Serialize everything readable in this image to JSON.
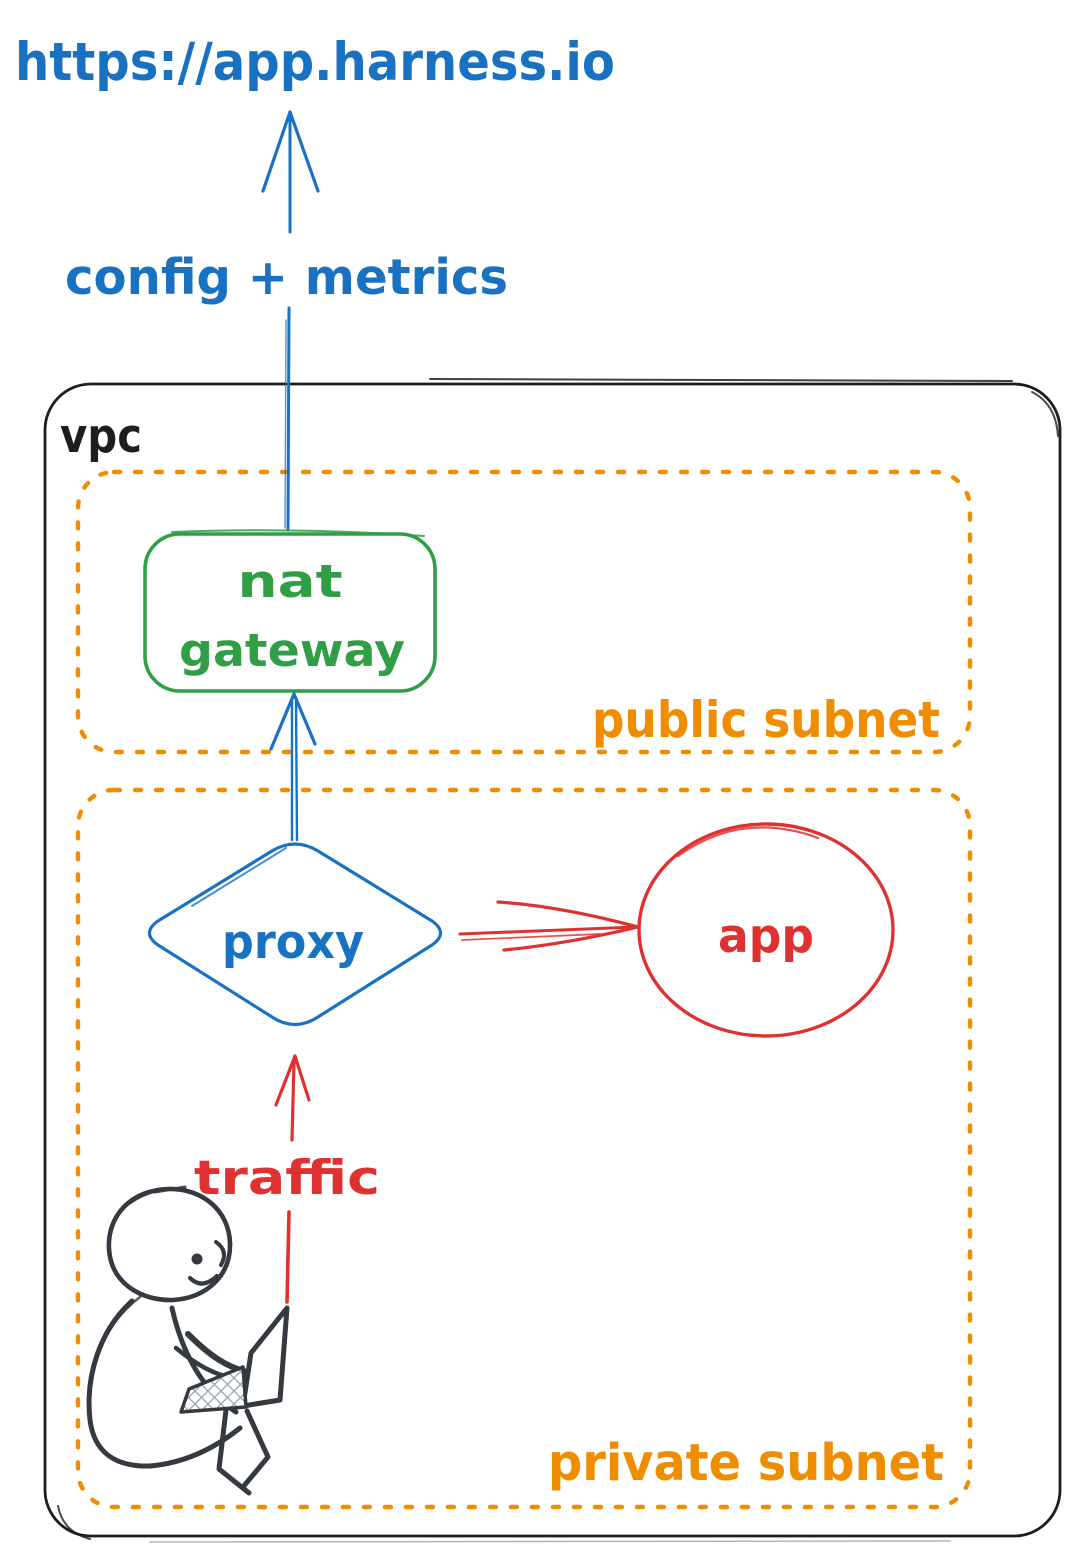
{
  "diagram": {
    "external_url": "https://app.harness.io",
    "vpc": {
      "label": "vpc"
    },
    "public_subnet": {
      "label": "public subnet"
    },
    "private_subnet": {
      "label": "private subnet"
    },
    "nodes": {
      "nat_gateway": {
        "label": "nat gateway",
        "lines": [
          "nat",
          "gateway"
        ]
      },
      "proxy": {
        "label": "proxy"
      },
      "app": {
        "label": "app"
      }
    },
    "arrows": {
      "config_metrics": {
        "label": "config + metrics"
      },
      "traffic": {
        "label": "traffic"
      }
    },
    "colors": {
      "blue": "#1971c2",
      "green": "#2f9e44",
      "orange": "#f08c00",
      "red": "#e03131",
      "ink": "#1e1e1e",
      "sketch_gray": "#343a40"
    }
  }
}
